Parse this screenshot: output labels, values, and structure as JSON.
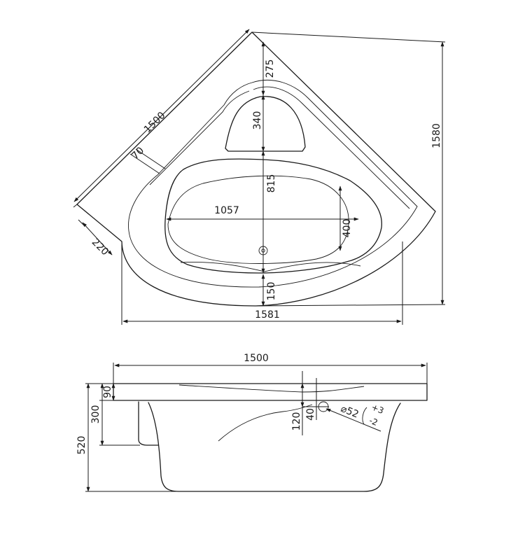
{
  "plan_view": {
    "dims": {
      "edge_length": "1500",
      "rim_offset": "70",
      "front_depth": "220",
      "backrest_depth": "275",
      "seat_depth": "340",
      "basin_depth": "815",
      "basin_width": "1057",
      "basin_width_small": "400",
      "front_rim": "150",
      "total_depth": "1580",
      "total_width": "1581"
    }
  },
  "side_view": {
    "dims": {
      "length": "1500",
      "rim_height": "90",
      "apron_height": "300",
      "total_height": "520",
      "overflow_height": "120",
      "overflow_offset": "40",
      "overflow_diameter": "⌀52",
      "tol_plus": "+3",
      "tol_minus": "-2"
    }
  }
}
